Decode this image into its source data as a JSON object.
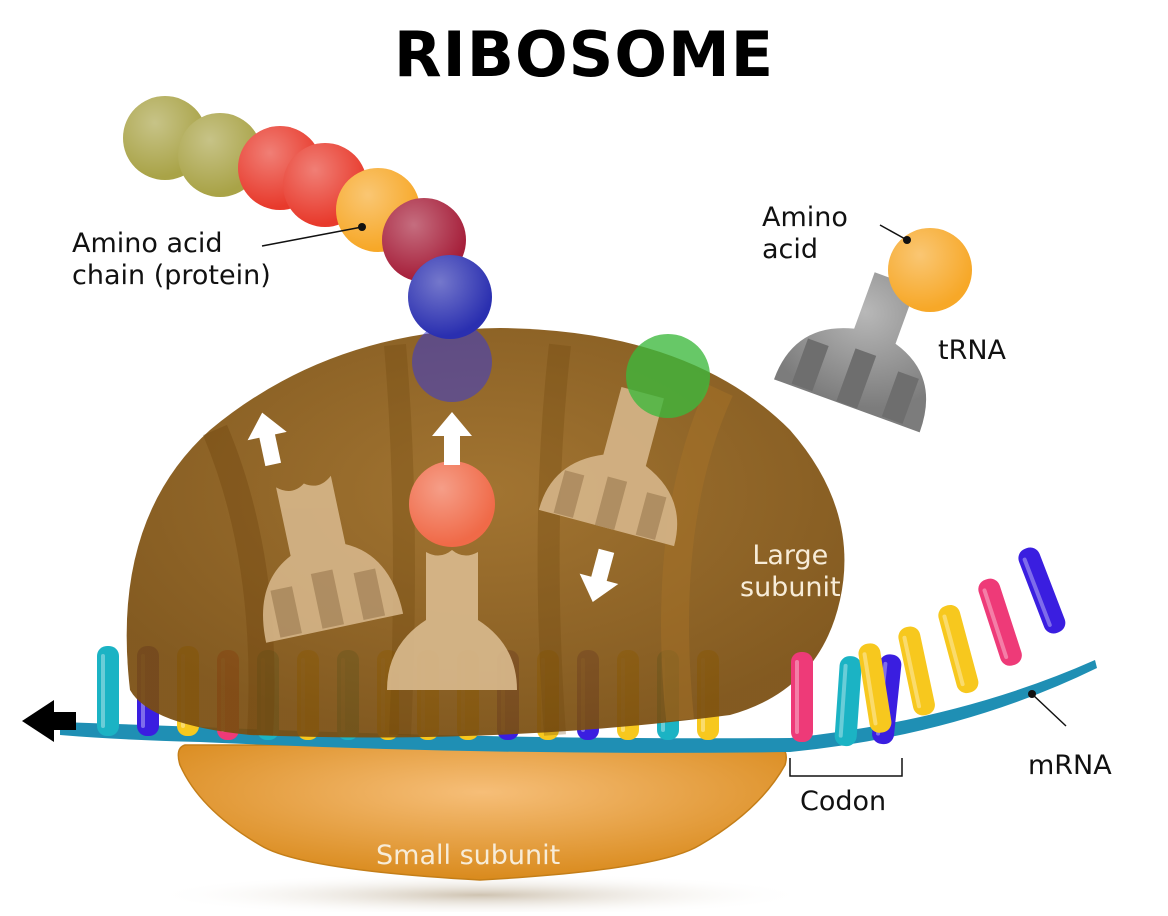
{
  "title": "RIBOSOME",
  "labels": {
    "amino_acid_chain": "Amino acid\nchain (protein)",
    "amino_acid": "Amino\nacid",
    "trna": "tRNA",
    "large_subunit": "Large\nsubunit",
    "small_subunit": "Small subunit",
    "codon": "Codon",
    "mrna": "mRNA"
  },
  "colors": {
    "large_subunit": "#8a5a14",
    "small_subunit": "#e2962c",
    "mrna_backbone": "#1f8fb4",
    "base_yellow": "#f7c81e",
    "base_cyan": "#1bb3c4",
    "base_blue": "#3a1ee0",
    "base_pink": "#ee3a78",
    "trna_gray": "#8c8c8c"
  },
  "protein_chain": [
    {
      "color": "#a9a347"
    },
    {
      "color": "#a9a347"
    },
    {
      "color": "#e83a2c"
    },
    {
      "color": "#e83a2c"
    },
    {
      "color": "#f7a828"
    },
    {
      "color": "#a61f3a"
    },
    {
      "color": "#2a2fb0"
    }
  ],
  "mrna_bases": [
    {
      "color": "#1bb3c4"
    },
    {
      "color": "#3a1ee0"
    },
    {
      "color": "#f7c81e"
    },
    {
      "color": "#ee3a78"
    },
    {
      "color": "#1bb3c4"
    },
    {
      "color": "#f7c81e"
    },
    {
      "color": "#1bb3c4"
    },
    {
      "color": "#f7c81e"
    },
    {
      "color": "#f7c81e"
    },
    {
      "color": "#f7c81e"
    },
    {
      "color": "#3a1ee0"
    },
    {
      "color": "#f7c81e"
    },
    {
      "color": "#3a1ee0"
    },
    {
      "color": "#f7c81e"
    },
    {
      "color": "#1bb3c4"
    },
    {
      "color": "#f7c81e"
    },
    {
      "color": "#ee3a78"
    },
    {
      "color": "#1bb3c4"
    },
    {
      "color": "#3a1ee0"
    },
    {
      "color": "#f7c81e"
    },
    {
      "color": "#f7c81e"
    },
    {
      "color": "#f7c81e"
    },
    {
      "color": "#ee3a78"
    },
    {
      "color": "#3a1ee0"
    }
  ],
  "site_amino_acids": {
    "exit": "#3a3ad0",
    "peptidyl": "#f06a48",
    "aminoacyl": "#3cb83c"
  },
  "free_trna_amino_acid": "#f7a828"
}
